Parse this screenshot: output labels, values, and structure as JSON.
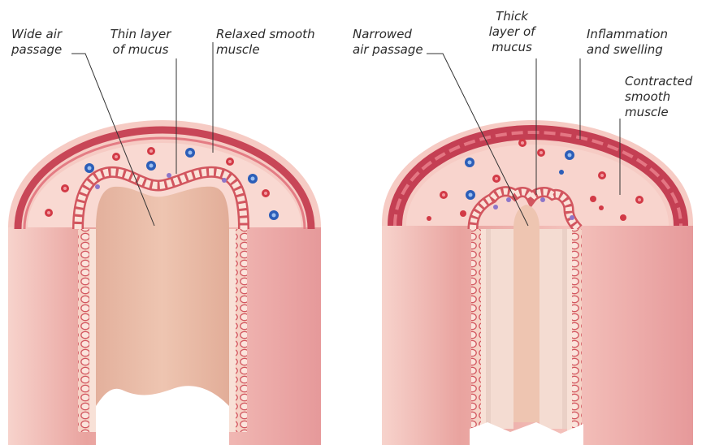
{
  "left_airway": {
    "labels": {
      "wide_air_passage": "Wide air\npassage",
      "thin_layer_of_mucus": "Thin layer\nof mucus",
      "relaxed_smooth_muscle": "Relaxed smooth\nmuscle"
    }
  },
  "right_airway": {
    "labels": {
      "narrowed_air_passage": "Narrowed\nair passage",
      "thick_layer_of_mucus": "Thick\nlayer of\nmucus",
      "inflammation_and_swelling": "Inflammation\nand swelling",
      "contracted_smooth_muscle": "Contracted\nsmooth\nmuscle"
    }
  },
  "colors": {
    "tissue": "#f6c9c3",
    "wall_dark": "#e89b98",
    "muscle": "#c9485a",
    "lumen": "#ecc0aa",
    "cell": "#d8606a",
    "blood_cell_red": "#d23a46",
    "blood_cell_blue": "#2c5eb8",
    "mucus": "#8d76c9",
    "leader_line": "#333333"
  }
}
